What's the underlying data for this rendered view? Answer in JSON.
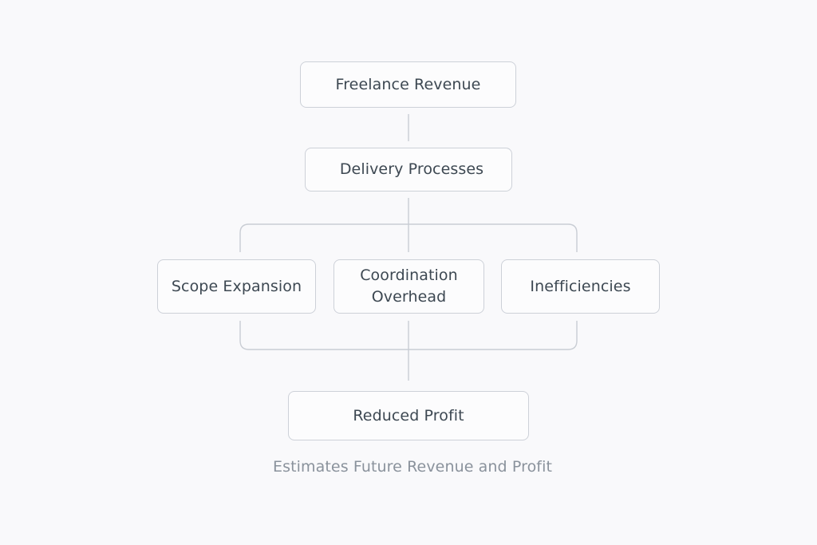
{
  "diagram": {
    "type": "flowchart",
    "nodes": {
      "revenue": {
        "label": "Freelance Revenue"
      },
      "delivery": {
        "label": "Delivery Processes"
      },
      "scope": {
        "label": "Scope Expansion"
      },
      "coordination": {
        "line1": "Coordination",
        "line2": "Overhead",
        "label": "Coordination Overhead"
      },
      "inefficiencies": {
        "label": "Inefficiencies"
      },
      "profit": {
        "label": "Reduced Profit"
      }
    },
    "edges": [
      {
        "from": "Freelance Revenue",
        "to": "Delivery Processes"
      },
      {
        "from": "Delivery Processes",
        "to": "Scope Expansion"
      },
      {
        "from": "Delivery Processes",
        "to": "Coordination Overhead"
      },
      {
        "from": "Delivery Processes",
        "to": "Inefficiencies"
      },
      {
        "from": "Scope Expansion",
        "to": "Reduced Profit"
      },
      {
        "from": "Coordination Overhead",
        "to": "Reduced Profit"
      },
      {
        "from": "Inefficiencies",
        "to": "Reduced Profit"
      }
    ],
    "caption": "Estimates Future Revenue and Profit",
    "colors": {
      "background": "#f9f9fb",
      "node_border": "#cdd1d8",
      "connector": "#c9cdd4",
      "node_text": "#3d4852",
      "caption_text": "#8a929c"
    }
  }
}
